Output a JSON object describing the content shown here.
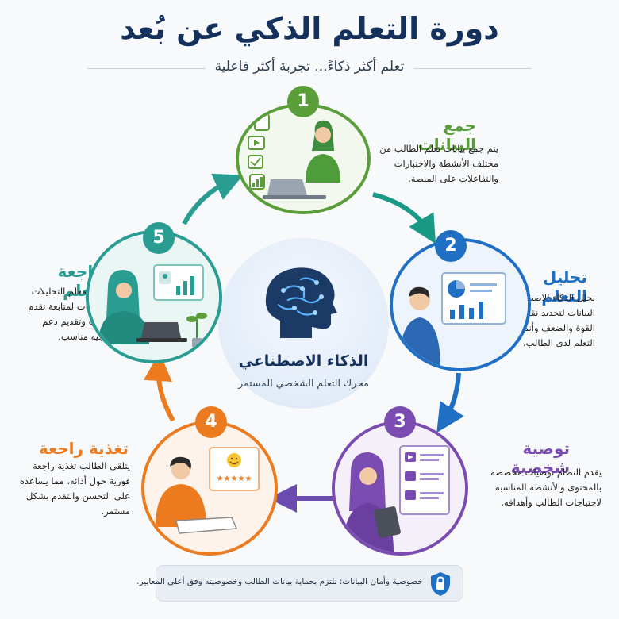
{
  "header": {
    "title": "دورة التعلم الذكي عن بُعد",
    "subtitle": "تعلم أكثر ذكاءً... تجربة أكثر فاعلية"
  },
  "center": {
    "title": "الذكاء الاصطناعي",
    "subtitle": "محرك التعلم الشخصي المستمر"
  },
  "steps": [
    {
      "number": "1",
      "title": "جمع البيانات",
      "description": "يتم جمع بيانات تعلم الطالب من مختلف الأنشطة والاختبارات والتفاعلات على المنصة.",
      "color": "#5a9e3a"
    },
    {
      "number": "2",
      "title": "تحليل التعلم",
      "description": "يحلل الذكاء الاصطناعي البيانات لتحديد نقاط القوة والضعف وأنماط التعلم لدى الطالب.",
      "color": "#1f6fc4"
    },
    {
      "number": "3",
      "title": "توصية شخصية",
      "description": "يقدم النظام توصيات مخصصة بالمحتوى والأنشطة المناسبة لاحتياجات الطالب وأهدافه.",
      "color": "#7a4bb0"
    },
    {
      "number": "4",
      "title": "تغذية راجعة",
      "description": "يتلقى الطالب تغذية راجعة فورية حول أدائه، مما يساعده على التحسن والتقدم بشكل مستمر.",
      "color": "#ec7a1e"
    },
    {
      "number": "5",
      "title": "مراجعة المعلم",
      "description": "يراجع المعلم التحليلات والتوصيات لمتابعة تقدم الطالب وتقديم دعم وتوجيه مناسب.",
      "color": "#2a9d93"
    }
  ],
  "footer": {
    "privacy_text": "خصوصية وأمان البيانات: نلتزم بحماية بيانات الطالب وخصوصيته وفق أعلى المعايير."
  },
  "colors": {
    "title": "#13315c",
    "arrow_green_teal": "#1a9a86",
    "arrow_blue": "#1f6fc4",
    "arrow_purple": "#6b4bb0",
    "arrow_orange": "#ec7a1e",
    "arrow_teal": "#2a9d93"
  }
}
